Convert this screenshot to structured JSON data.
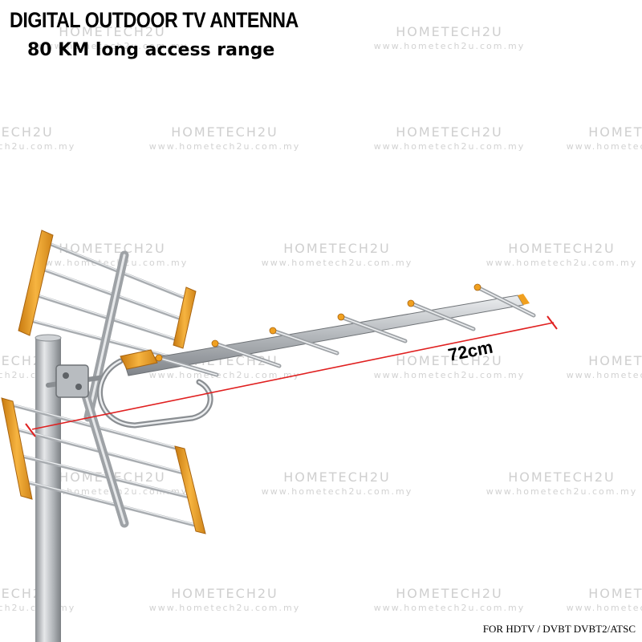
{
  "headline": "DIGITAL OUTDOOR TV ANTENNA",
  "subheadline": "80 KM long access range",
  "dimension_label": "72cm",
  "footer_note": "FOR HDTV / DVBT DVBT2/ATSC",
  "watermark": {
    "brand": "HOMETECH2U",
    "url": "www.hometech2u.com.my"
  },
  "colors": {
    "accent_orange": "#f0a020",
    "metal": "#b8bcc0",
    "dimension_line": "#e02020",
    "watermark": "#cfcfcf"
  }
}
